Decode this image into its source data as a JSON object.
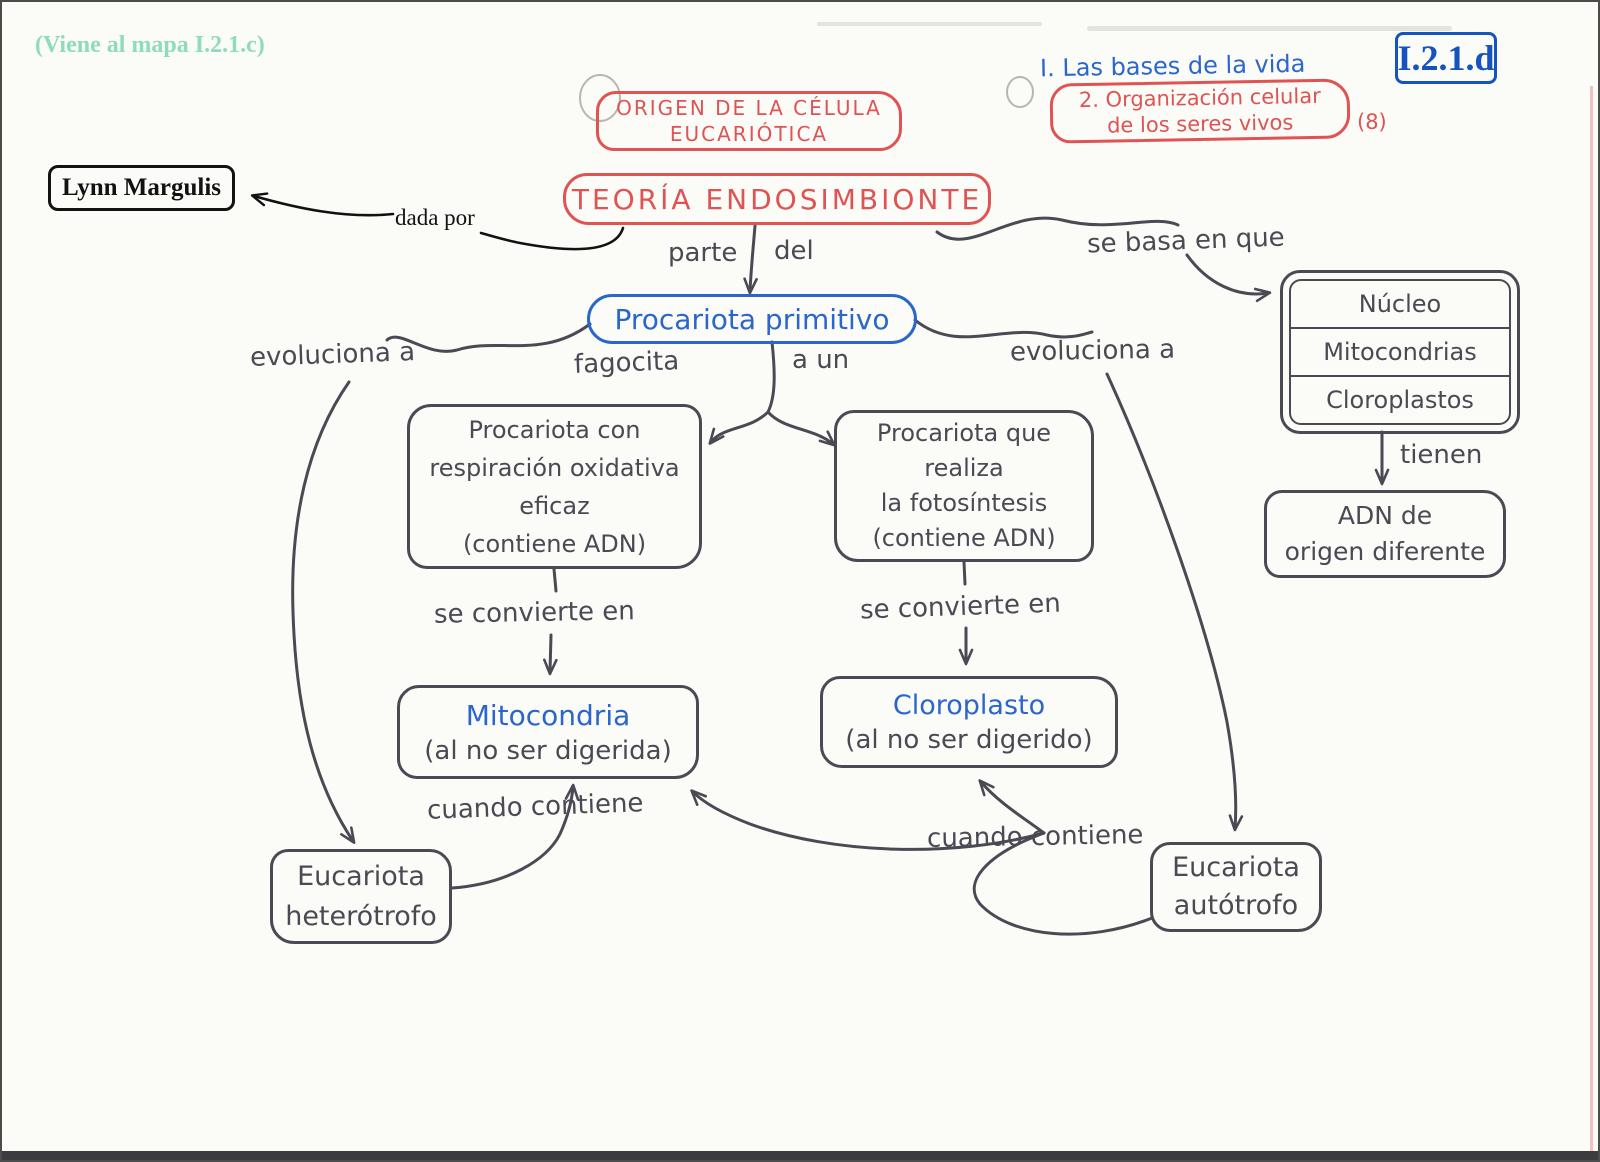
{
  "meta": {
    "corner_note": "(Viene al mapa I.2.1.c)",
    "map_id": "I.2.1.d",
    "course_line": "I. Las bases de la vida",
    "unit_line1": "2. Organización celular",
    "unit_line2": "de los seres vivos",
    "unit_count": "(8)"
  },
  "nodes": {
    "origen": {
      "line1": "ORIGEN DE LA CÉLULA",
      "line2": "EUCARIÓTICA"
    },
    "teoria": {
      "label": "TEORÍA ENDOSIMBIONTE"
    },
    "autor": {
      "label": "Lynn Margulis"
    },
    "primitivo": {
      "label": "Procariota primitivo"
    },
    "oxidativa": {
      "line1": "Procariota con",
      "line2": "respiración oxidativa",
      "line3": "eficaz",
      "line4": "(contiene ADN)"
    },
    "fotosintesis": {
      "line1": "Procariota que",
      "line2": "realiza",
      "line3": "la fotosíntesis",
      "line4": "(contiene ADN)"
    },
    "organulos": {
      "row1": "Núcleo",
      "row2": "Mitocondrias",
      "row3": "Cloroplastos"
    },
    "adn": {
      "line1": "ADN de",
      "line2": "origen diferente"
    },
    "mitocondria": {
      "title": "Mitocondria",
      "note": "(al no ser digerida)"
    },
    "cloroplasto": {
      "title": "Cloroplasto",
      "note": "(al no ser digerido)"
    },
    "heterotrofo": {
      "line1": "Eucariota",
      "line2": "heterótrofo"
    },
    "autotrofo": {
      "line1": "Eucariota",
      "line2": "autótrofo"
    }
  },
  "edges": {
    "dada_por": "dada por",
    "parte": "parte",
    "del": "del",
    "se_basa": "se basa en que",
    "evoluciona_izq": "evoluciona a",
    "evoluciona_der": "evoluciona a",
    "fagocita": "fagocita",
    "a_un": "a un",
    "convierte_izq": "se convierte en",
    "convierte_der": "se convierte en",
    "tienen": "tienen",
    "cuando_izq": "cuando contiene",
    "cuando_der": "cuando contiene"
  },
  "colors": {
    "ink": "#4a4a55",
    "red": "#df5353",
    "blue": "#2a66cc",
    "black": "#121212",
    "teal": "#8edcbd",
    "mapid": "#1553be",
    "paper": "#fbfbf8"
  }
}
